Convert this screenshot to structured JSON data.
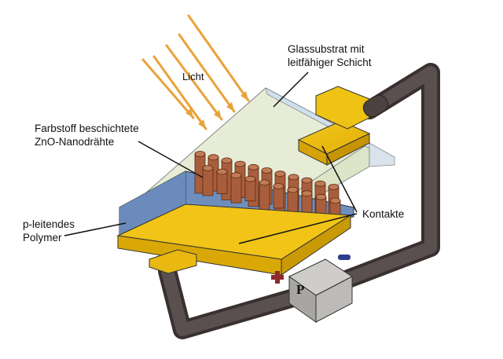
{
  "labels": {
    "glass_line1": "Glassubstrat mit",
    "glass_line2": "leitfähiger Schicht",
    "light": "Licht",
    "dye_line1": "Farbstoff beschichtete",
    "dye_line2": "ZnO-Nanodrähte",
    "polymer_line1": "p-leitendes",
    "polymer_line2": "Polymer",
    "contacts": "Kontakte",
    "load": "P"
  },
  "polarity": {
    "positive": "+",
    "negative": "−"
  },
  "colors": {
    "light_rays": "#E9A23A",
    "glass": "#DCE5C8",
    "polymer": "#6E8FBE",
    "contacts": "#E8B80E",
    "nanowires": "#A85E3C",
    "wire": "#4B4141",
    "load_box": "#B7B5B2",
    "positive_terminal": "#8E2A2A",
    "negative_terminal": "#2D3E8E"
  }
}
